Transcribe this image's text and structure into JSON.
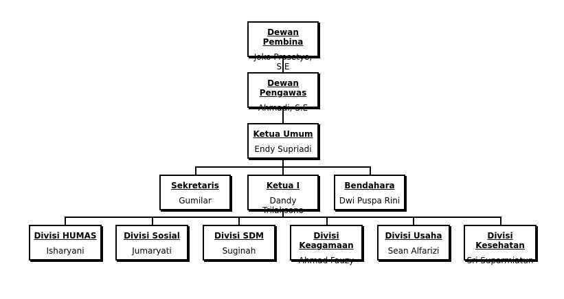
{
  "org_chart": {
    "pembina": {
      "title": "Dewan Pembina",
      "name": "Joko Prasetyo, S.E"
    },
    "pengawas": {
      "title": "Dewan Pengawas",
      "name": "Ahmadi, S.E"
    },
    "ketua_umum": {
      "title": "Ketua Umum",
      "name": "Endy Supriadi"
    },
    "sekretaris": {
      "title": "Sekretaris",
      "name": "Gumilar"
    },
    "ketua_1": {
      "title": "Ketua I",
      "name": "Dandy Trilaksono"
    },
    "bendahara": {
      "title": "Bendahara",
      "name": "Dwi Puspa Rini"
    },
    "divisions": [
      {
        "title": "Divisi HUMAS",
        "name": "Isharyani"
      },
      {
        "title": "Divisi Sosial",
        "name": "Jumaryati"
      },
      {
        "title": "Divisi SDM",
        "name": "Suginah"
      },
      {
        "title": "Divisi Keagamaan",
        "name": "Ahmad Fauzy"
      },
      {
        "title": "Divisi Usaha",
        "name": "Sean Alfarizi"
      },
      {
        "title": "Divisi Kesehatan",
        "name": "Sri Suparmiatun"
      }
    ]
  }
}
